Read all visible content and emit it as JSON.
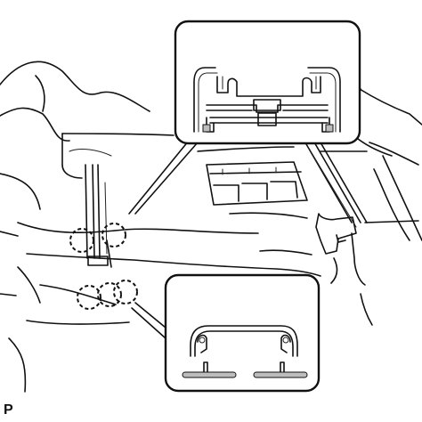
{
  "figure": {
    "label": "P"
  },
  "callouts": {
    "detail_top": "clip-detail-upper",
    "detail_bottom": "clip-detail-lower"
  },
  "clip_markers": {
    "count": 5
  }
}
